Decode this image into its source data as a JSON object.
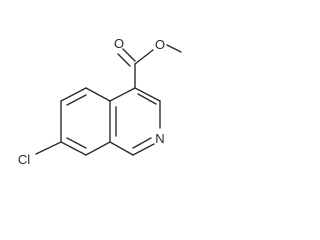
{
  "molecule": {
    "atoms": {
      "carbonyl_oxygen": "O",
      "ester_oxygen": "O",
      "ring_nitrogen": "N",
      "chlorine": "Cl"
    },
    "colors": {
      "bond": "#2b2b2b",
      "label": "#2b2b2b",
      "background": "#ffffff"
    }
  }
}
